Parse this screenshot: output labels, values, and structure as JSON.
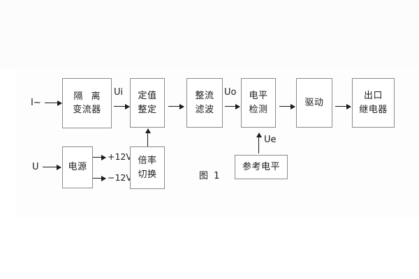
{
  "figure": {
    "caption": "图 1",
    "blocks": [
      {
        "id": "isolation-ct",
        "lines": [
          "隔 离",
          "变流器"
        ]
      },
      {
        "id": "setting",
        "lines": [
          "定值",
          "整定"
        ]
      },
      {
        "id": "rectify-filter",
        "lines": [
          "整流",
          "滤波"
        ]
      },
      {
        "id": "level-detect",
        "lines": [
          "电平",
          "检测"
        ]
      },
      {
        "id": "drive",
        "lines": [
          "驱动"
        ]
      },
      {
        "id": "output-relay",
        "lines": [
          "出口",
          "继电器"
        ]
      },
      {
        "id": "power-supply",
        "lines": [
          "电源"
        ]
      },
      {
        "id": "multiplier-switch",
        "lines": [
          "倍率",
          "切换"
        ]
      },
      {
        "id": "reference-level",
        "lines": [
          "参考电平"
        ]
      }
    ],
    "signals": {
      "current_input": "I~",
      "voltage_input": "U",
      "ui": "Ui",
      "uo": "Uo",
      "ue": "Ue",
      "rail_positive": "+12V",
      "rail_negative": "−12V"
    }
  }
}
